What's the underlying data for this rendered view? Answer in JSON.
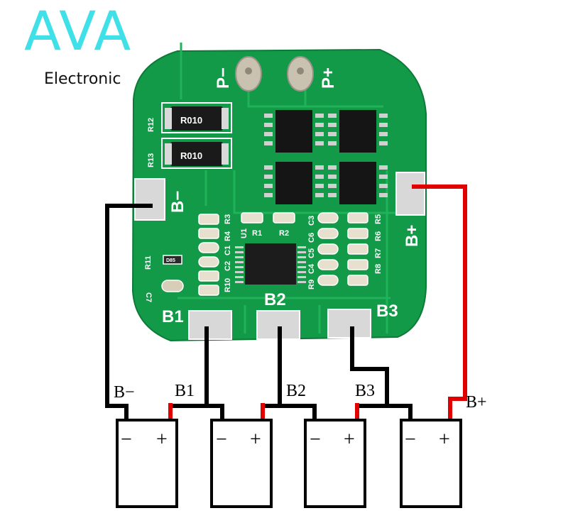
{
  "logo": {
    "brand": "AVA",
    "subtitle": "Electronic"
  },
  "board": {
    "pads": {
      "p_minus": "P−",
      "p_plus": "P+",
      "b_minus": "B−",
      "b_plus": "B+",
      "b1": "B1",
      "b2": "B2",
      "b3": "B3"
    },
    "resistors": {
      "r12_label": "R12",
      "r13_label": "R13",
      "r12_value": "R010",
      "r13_value": "R010"
    },
    "small_labels": {
      "r3": "R3",
      "u1": "U1",
      "r1": "R1",
      "r2": "R2",
      "c3": "C3",
      "r5": "R5",
      "r4": "R4",
      "r6": "R6",
      "c1": "C1",
      "c6": "C6",
      "c5": "C5",
      "c4": "C4",
      "r7": "R7",
      "r11": "R11",
      "c2": "C2",
      "r8": "R8",
      "r9": "R9",
      "r10": "R10",
      "c7": "C7",
      "d85": "D85"
    }
  },
  "wiring": {
    "labels": {
      "b_minus": "B−",
      "b1": "B1",
      "b2": "B2",
      "b3": "B3",
      "b_plus": "B+"
    },
    "cells": [
      {
        "minus": "−",
        "plus": "+"
      },
      {
        "minus": "−",
        "plus": "+"
      },
      {
        "minus": "−",
        "plus": "+"
      },
      {
        "minus": "−",
        "plus": "+"
      }
    ],
    "colors": {
      "negative_wire": "#000000",
      "positive_wire": "#e00000",
      "pcb": "#139a48",
      "pad": "#d8d8d8",
      "logo": "#3fe0e8"
    }
  }
}
